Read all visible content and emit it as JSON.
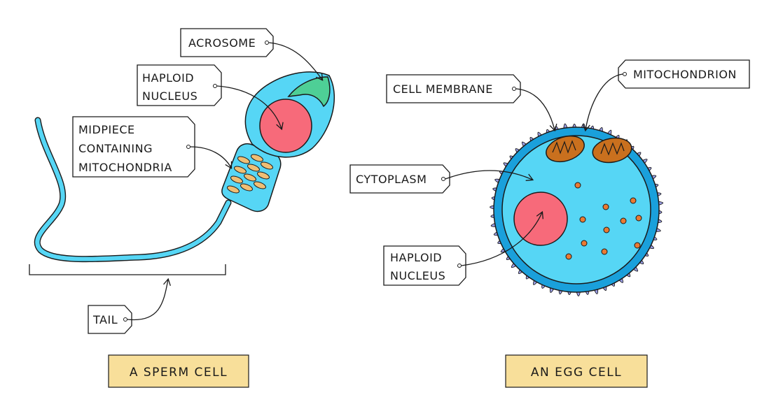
{
  "colors": {
    "cell_blue": "#56d6f5",
    "membrane_blue": "#1aa0db",
    "nucleus_pink": "#f76a7a",
    "acrosome_green": "#4ecf96",
    "mitochondria_orange": "#f0be74",
    "egg_mito_brown": "#c9701e",
    "villi_lavender": "#9b9ee6",
    "caption_fill": "#f8df9a"
  },
  "sperm": {
    "labels": {
      "acrosome": "ACROSOME",
      "nucleus_line1": "HAPLOID",
      "nucleus_line2": "NUCLEUS",
      "midpiece_line1": "MIDPIECE",
      "midpiece_line2": "CONTAINING",
      "midpiece_line3": "MITOCHONDRIA",
      "tail": "TAIL"
    },
    "caption": "A SPERM CELL"
  },
  "egg": {
    "labels": {
      "cell_membrane": "CELL MEMBRANE",
      "mitochondrion": "MITOCHONDRION",
      "cytoplasm": "CYTOPLASM",
      "nucleus_line1": "HAPLOID",
      "nucleus_line2": "NUCLEUS"
    },
    "caption": "AN EGG CELL"
  }
}
